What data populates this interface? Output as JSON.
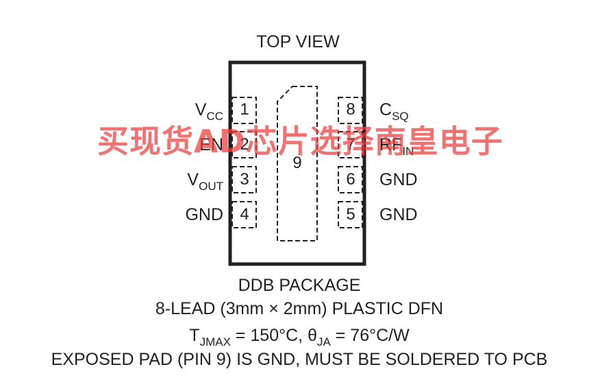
{
  "view_label": "TOP VIEW",
  "left_pins": [
    {
      "number": "1",
      "name_main": "V",
      "name_sub": "CC"
    },
    {
      "number": "2",
      "name_main": "EN",
      "name_sub": ""
    },
    {
      "number": "3",
      "name_main": "V",
      "name_sub": "OUT"
    },
    {
      "number": "4",
      "name_main": "GND",
      "name_sub": ""
    }
  ],
  "right_pins": [
    {
      "number": "8",
      "name_main": "C",
      "name_sub": "SQ"
    },
    {
      "number": "7",
      "name_main": "RF",
      "name_sub": "IN"
    },
    {
      "number": "6",
      "name_main": "GND",
      "name_sub": ""
    },
    {
      "number": "5",
      "name_main": "GND",
      "name_sub": ""
    }
  ],
  "exposed_pad": {
    "number": "9"
  },
  "package": {
    "name": "DDB PACKAGE",
    "description": "8-LEAD (3mm × 2mm) PLASTIC DFN",
    "thermal_t_main": "T",
    "thermal_t_sub": "JMAX",
    "thermal_t_value": " = 150°C, ",
    "thermal_theta_main": "θ",
    "thermal_theta_sub": "JA",
    "thermal_theta_value": " = 76°C/W",
    "note": "EXPOSED PAD (PIN 9) IS GND, MUST BE SOLDERED TO PCB"
  },
  "watermark": "买现货AD芯片选择南皇电子",
  "colors": {
    "ink": "#231f20",
    "watermark": "#ee3b3b"
  }
}
